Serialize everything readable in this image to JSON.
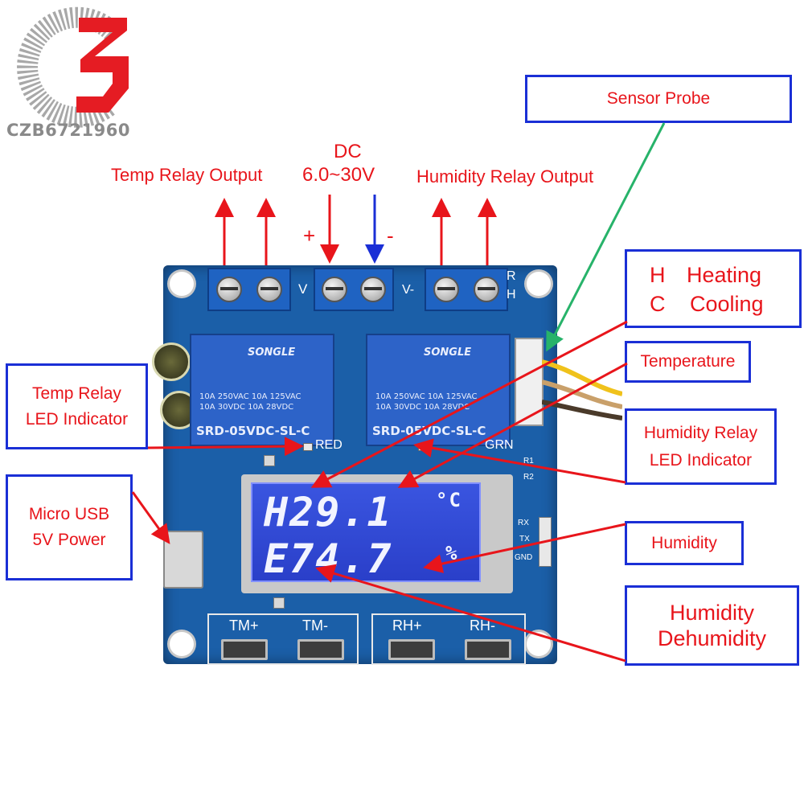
{
  "logo": {
    "text": "CZB6721960",
    "colors": {
      "ring": "#a8a8a8",
      "letter": "#e51c23"
    }
  },
  "colors": {
    "label_red": "#e8151b",
    "box_border": "#1a2fd6",
    "arrow_red": "#e8151b",
    "arrow_blue": "#1a2fd6",
    "arrow_green": "#27b36a",
    "pcb_blue": "#1b5fa8"
  },
  "labels": {
    "temp_relay_output": "Temp Relay Output",
    "dc": "DC",
    "dc_range": "6.0~30V",
    "plus": "+",
    "minus": "-",
    "humidity_relay_output": "Humidity Relay Output"
  },
  "boxes": {
    "sensor_probe": "Sensor Probe",
    "heating_h": "H",
    "heating": "Heating",
    "cooling_c": "C",
    "cooling": "Cooling",
    "temperature": "Temperature",
    "humidity_relay_led_1": "Humidity Relay",
    "humidity_relay_led_2": "LED Indicator",
    "humidity": "Humidity",
    "humidity_dehumidity_1": "Humidity",
    "humidity_dehumidity_2": "Dehumidity",
    "temp_relay_led_1": "Temp Relay",
    "temp_relay_led_2": "LED Indicator",
    "micro_usb_1": "Micro USB",
    "micro_usb_2": "5V Power"
  },
  "board": {
    "terminal_v_left": "V",
    "terminal_v_minus": "V-",
    "terminal_r": "R",
    "terminal_h": "H",
    "relay_brand": "SONGLE",
    "relay_spec_1": "10A 250VAC   10A 125VAC",
    "relay_spec_2": "10A  30VDC   10A  28VDC",
    "relay_left_model": "SRD-05VDC-SL-C",
    "relay_right_model": "SRD-05VDC-SL-C",
    "led_red": "RED",
    "led_grn": "GRN",
    "r1": "R1",
    "r2": "R2",
    "rx": "RX",
    "tx": "TX",
    "gnd": "GND",
    "display_line1": "H29.1",
    "display_unit1": "°C",
    "display_line2": "E74.7",
    "display_unit2": "%",
    "btn_tm_plus": "TM+",
    "btn_tm_minus": "TM-",
    "btn_rh_plus": "RH+",
    "btn_rh_minus": "RH-"
  }
}
